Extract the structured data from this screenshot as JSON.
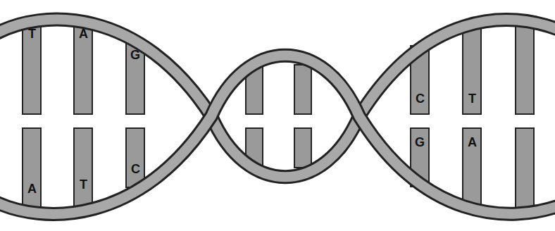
{
  "diagram": {
    "labels": [
      "T",
      "A",
      "G",
      "C",
      "T",
      "A",
      "T",
      "C",
      "G",
      "A"
    ]
  }
}
